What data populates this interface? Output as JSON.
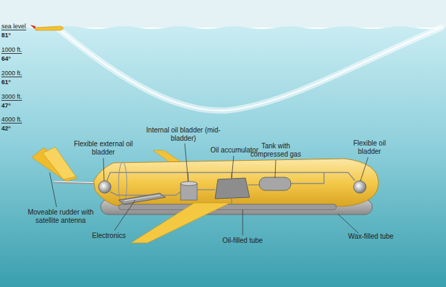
{
  "diagram": {
    "labels": [
      "sea level",
      "81°",
      "1000 ft.",
      "64°",
      "2000 ft.",
      "61°",
      "3000 ft.",
      "47°",
      "4000 ft.",
      "42°",
      "Flexible external oil bladder",
      "Internal oil bladder (mid-bladder)",
      "Oil accumulator",
      "Tank with compressed gas",
      "Flexible oil bladder",
      "Moveable rudder with satellite antenna",
      "Electronics",
      "Oil-filled tube",
      "Wax-filled tube"
    ]
  }
}
